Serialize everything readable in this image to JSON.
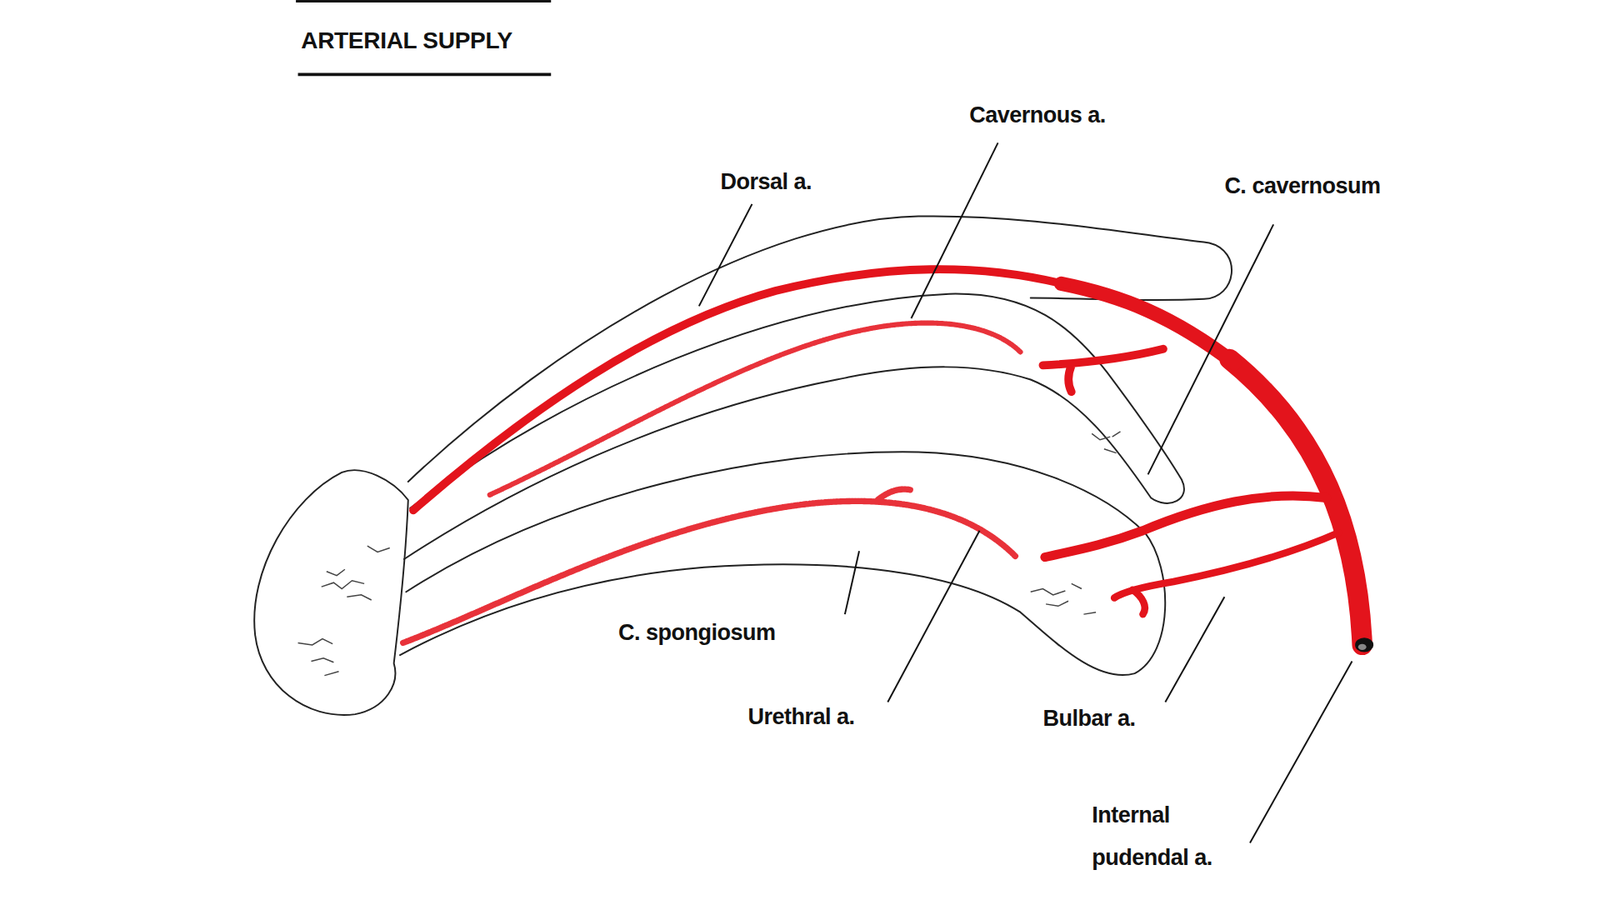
{
  "diagram": {
    "title": "ARTERIAL SUPPLY",
    "labels": [
      "Cavernous a.",
      "Dorsal a.",
      "C. cavernosum",
      "C. spongiosum",
      "Urethral a.",
      "Bulbar a.",
      "Internal pudendal a."
    ]
  }
}
